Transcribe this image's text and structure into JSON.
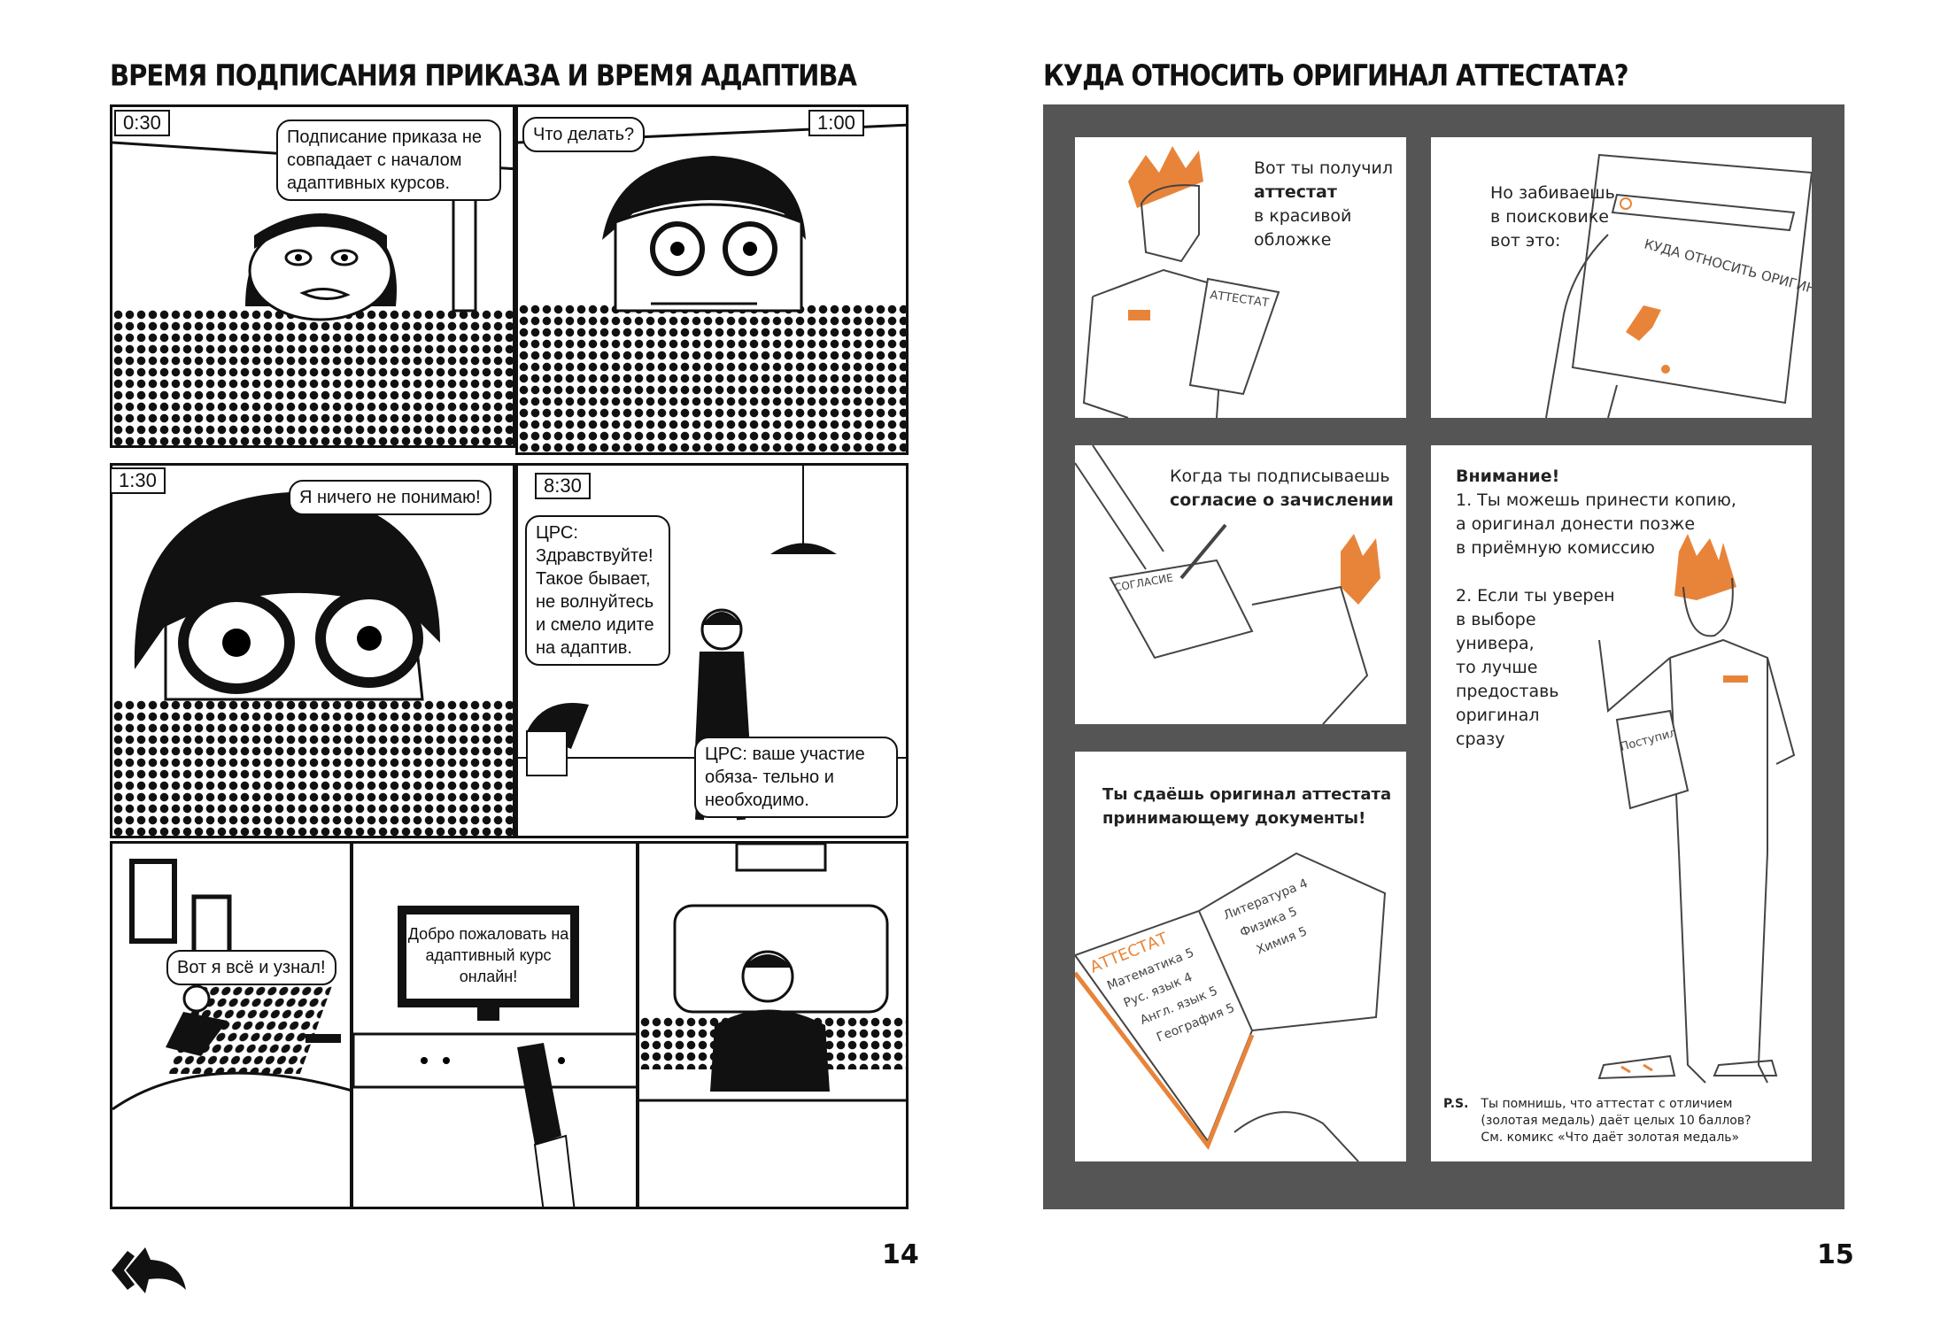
{
  "left_page": {
    "title": "ВРЕМЯ ПОДПИСАНИЯ ПРИКАЗА И ВРЕМЯ АДАПТИВА",
    "page_number": "14",
    "panels": [
      {
        "time": "0:30",
        "bubble": "Подписание приказа не совпадает с началом адаптивных курсов."
      },
      {
        "time": "1:00",
        "bubble": "Что делать?"
      },
      {
        "time": "1:30",
        "bubble": "Я ничего не понимаю!"
      },
      {
        "time": "8:30",
        "bubble": "ЦРС: Здравствуйте! Такое бывает, не волнуйтесь и смело идите на адаптив.",
        "bubble2": "ЦРС: ваше участие обяза- тельно и необходимо."
      },
      {
        "bubble": "Вот я всё и узнал!"
      },
      {
        "tv_text": "Добро пожаловать на адаптивный курс онлайн!"
      },
      {}
    ],
    "back_icon": "double-chevron-back-arrow-icon"
  },
  "right_page": {
    "title": "КУДА ОТНОСИТЬ ОРИГИНАЛ АТТЕСТАТА?",
    "page_number": "15",
    "accent_color": "#e8843a",
    "panels": {
      "p1": {
        "l1": "Вот ты получил",
        "bold": "аттестат",
        "l3": "в красивой",
        "l4": "обложке",
        "doc_label": "АТТЕСТАТ"
      },
      "p2": {
        "l1": "Но забиваешь",
        "l2": "в поисковике",
        "l3": "вот это:",
        "screen_text": "КУДА ОТНОСИТЬ ОРИГИНАЛ АТТЕСТАТА?"
      },
      "p3": {
        "l1": "Когда ты подписываешь",
        "bold": "согласие о зачислении",
        "doc_label": "СОГЛАСИЕ"
      },
      "p4": {
        "heading": "Внимание!",
        "item1": [
          "1. Ты можешь принести копию,",
          "а оригинал донести позже",
          "в приёмную комиссию"
        ],
        "item2": [
          "2. Если ты уверен",
          "в выборе",
          "универа,",
          "то лучше",
          "предоставь",
          "оригинал",
          "сразу"
        ],
        "sign": "Поступил"
      },
      "p5": {
        "l1": "Ты сдаёшь оригинал аттестата",
        "l2": "принимающему документы!",
        "book_left": [
          "АТТЕСТАТ",
          "Математика 5",
          "Рус. язык 4",
          "Англ. язык 5",
          "География 5"
        ],
        "book_right": [
          "Литература 4",
          "Физика 5",
          "Химия 5"
        ]
      }
    },
    "ps": {
      "label": "P.S.",
      "lines": [
        "Ты помнишь, что аттестат с отличием",
        "(золотая медаль) даёт целых 10 баллов?",
        "См. комикс «Что даёт золотая медаль»"
      ]
    }
  }
}
